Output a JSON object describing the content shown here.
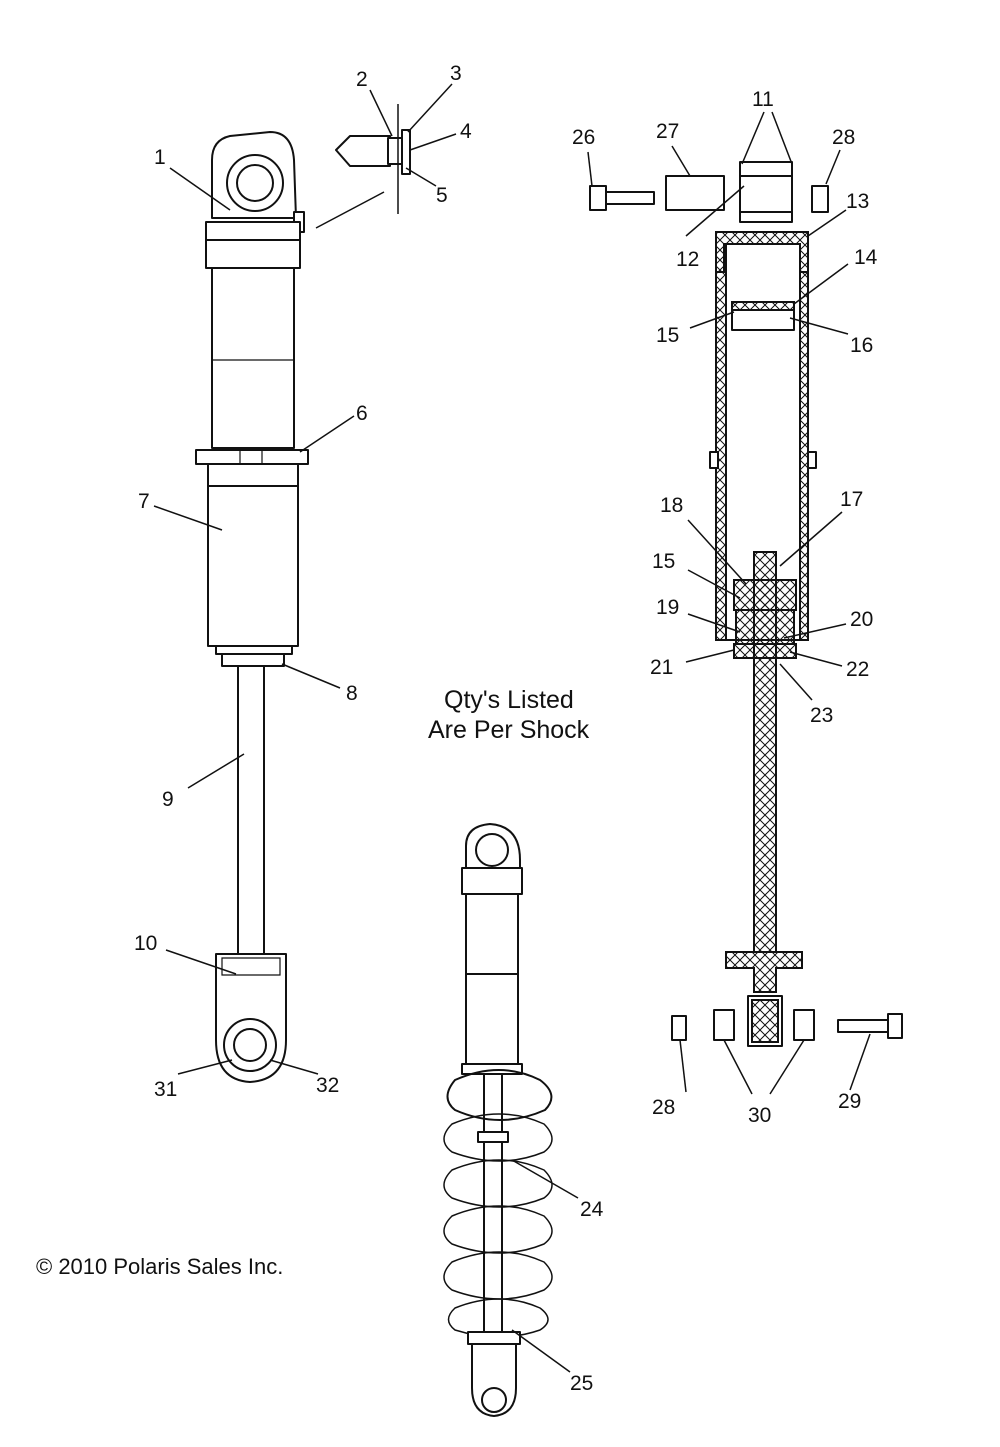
{
  "note": {
    "line1": "Qty's Listed",
    "line2": "Are Per Shock"
  },
  "copyright": "© 2010 Polaris Sales Inc.",
  "callouts": [
    "1",
    "2",
    "3",
    "4",
    "5",
    "6",
    "7",
    "8",
    "9",
    "10",
    "11",
    "12",
    "13",
    "14",
    "15",
    "16",
    "15",
    "17",
    "18",
    "19",
    "20",
    "21",
    "22",
    "23",
    "24",
    "25",
    "26",
    "27",
    "28",
    "28",
    "29",
    "30",
    "31",
    "32"
  ]
}
